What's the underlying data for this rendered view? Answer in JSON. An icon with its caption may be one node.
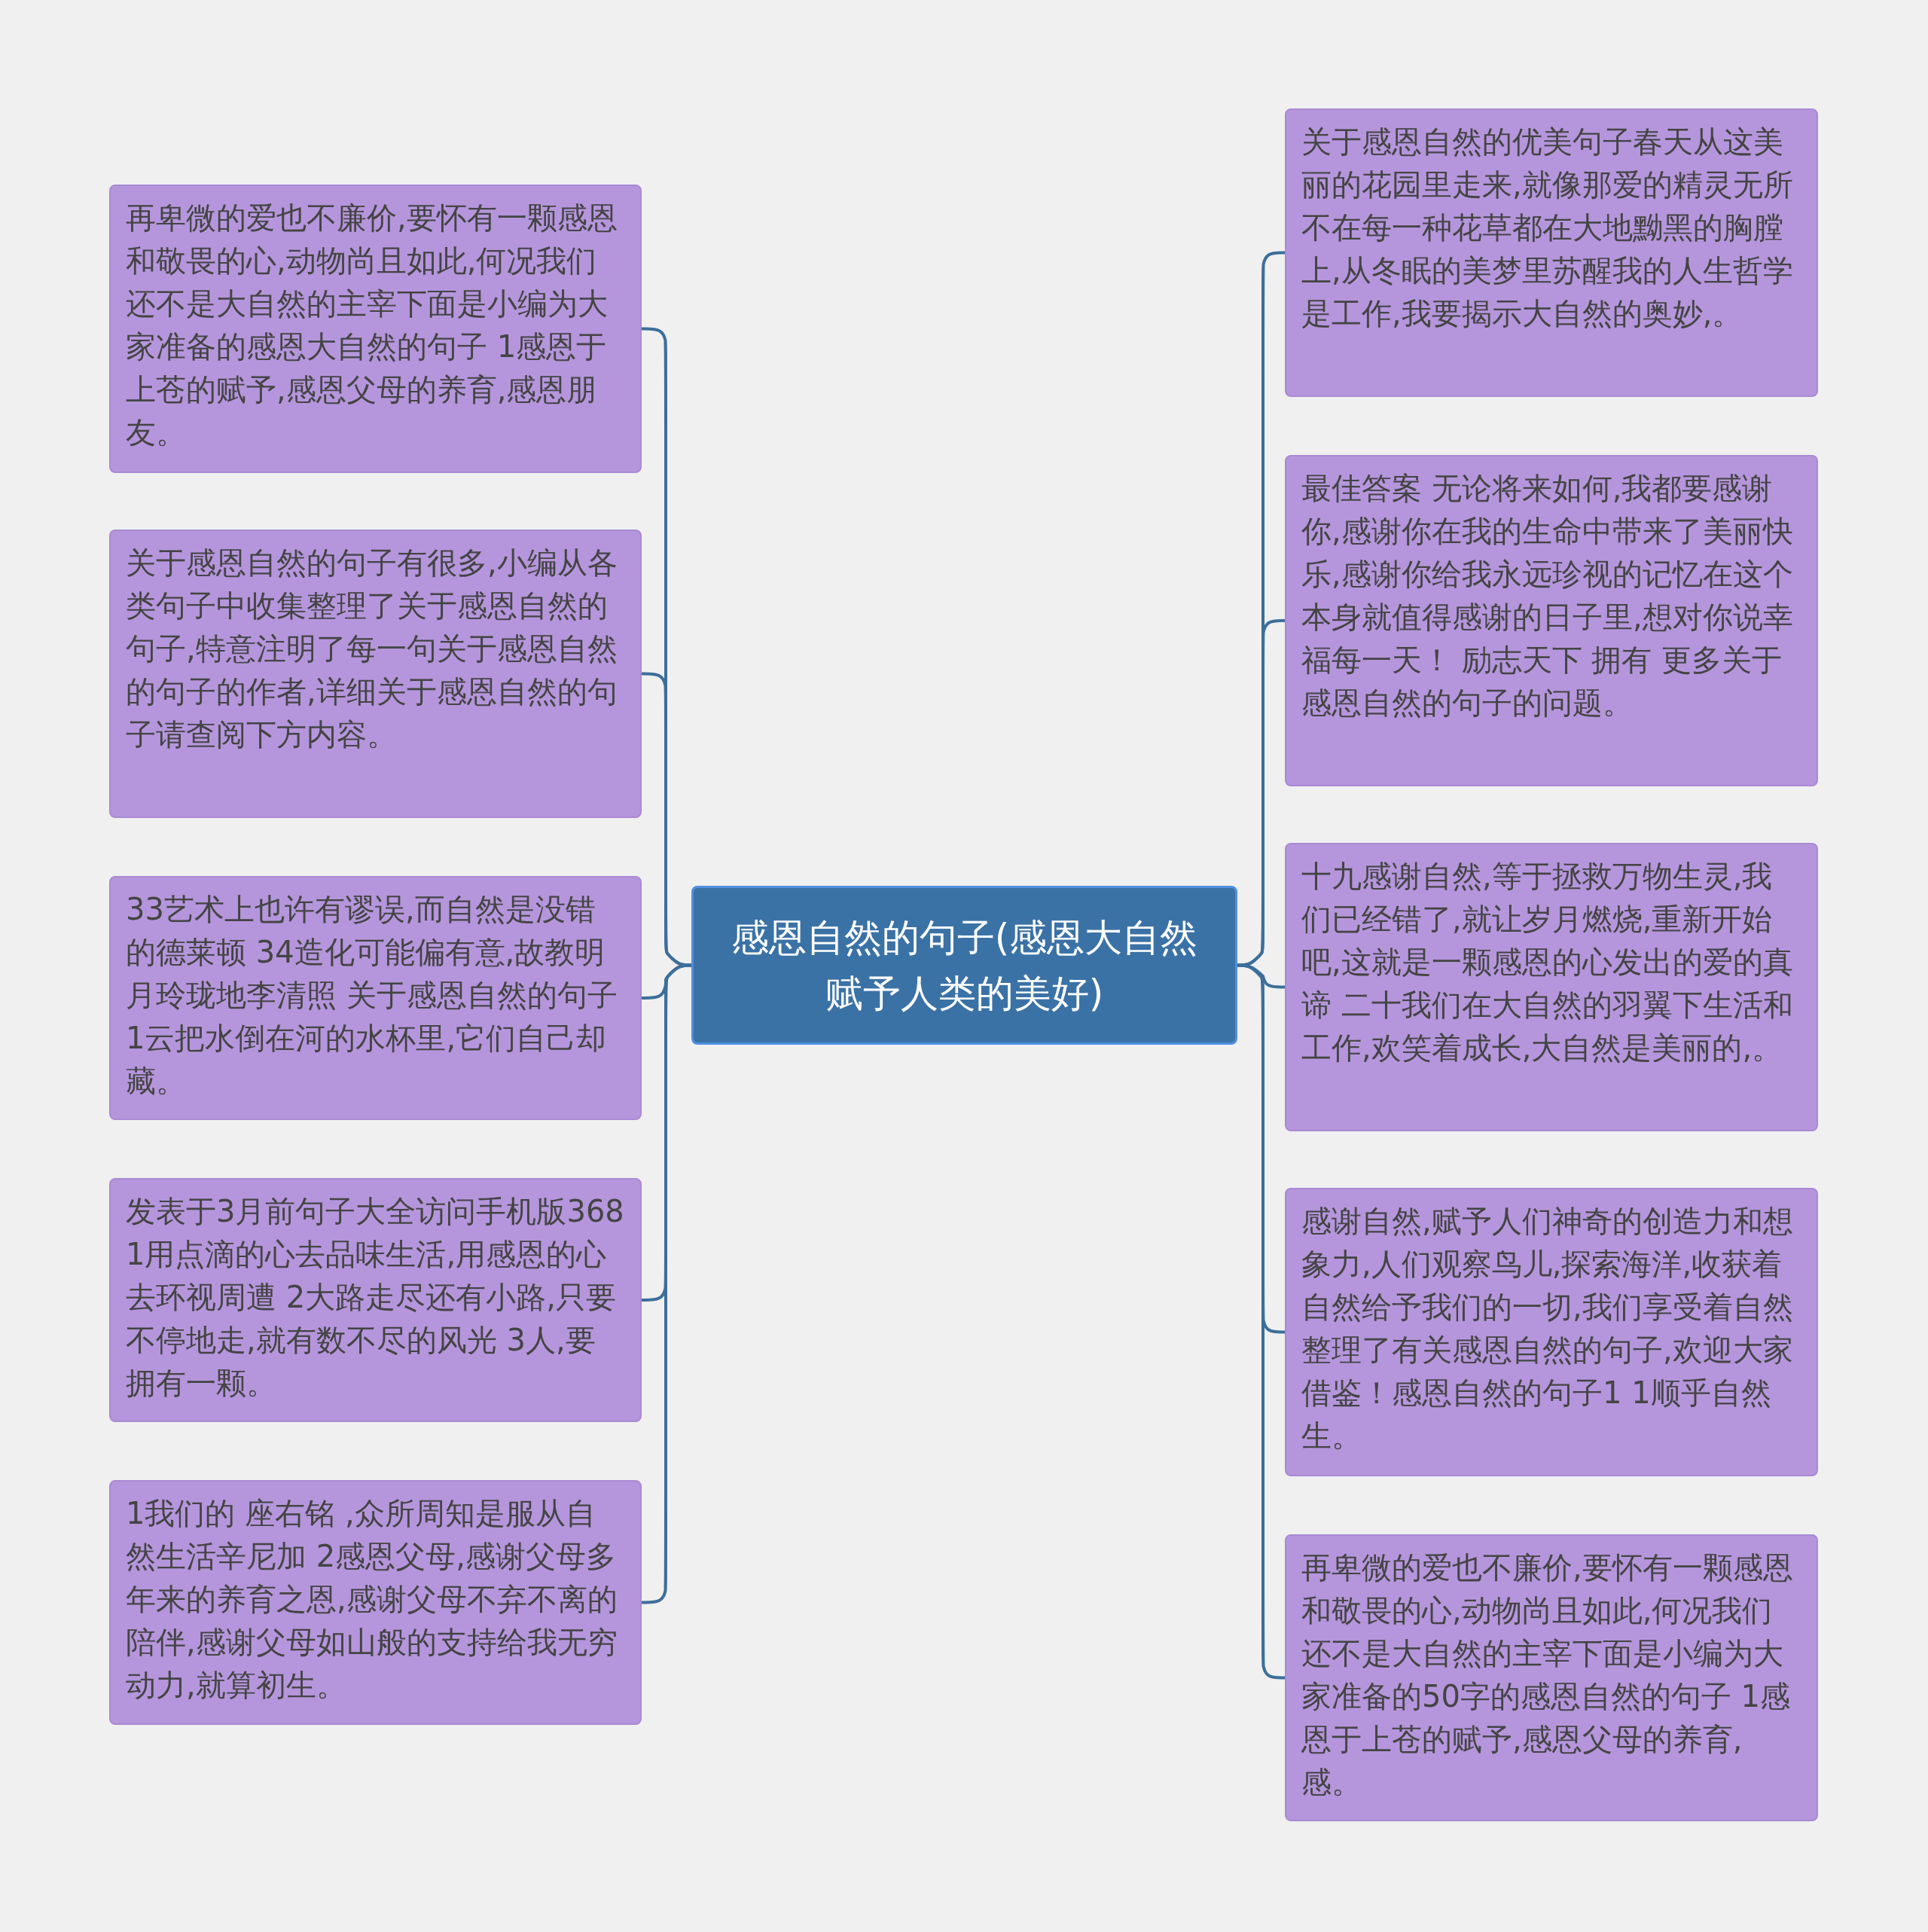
{
  "diagram": {
    "nodes": [
      {
        "text": [
          "感恩自然的句子(感恩大自然赋予人类的美好)"
        ]
      },
      {
        "text": [
          "再卑微的爱也不廉价,要怀有一颗感恩和敬畏的心,动物尚且如此,何况我们还不是大自然的主宰下面是小编为大家准备的感恩大自然的句子 1感恩于上苍的赋予,感恩父母的养育,感恩朋友。"
        ]
      },
      {
        "text": [
          "关于感恩自然的句子有很多,小编从各类句子中收集整理了关于感恩自然的句子,特意注明了每一句关于感恩自然的句子的作者,详细关于感恩自然的句子请查阅下方内容。"
        ]
      },
      {
        "text": [
          "33艺术上也许有谬误,而自然是没错的德莱顿 34造化可能偏有意,故教明月玲珑地李清照 关于感恩自然的句子 1云把水倒在河的水杯里,它们自己却藏。"
        ]
      },
      {
        "text": [
          "发表于3月前句子大全访问手机版368 1用点滴的心去品味生活,用感恩的心去环视周遭 2大路走尽还有小路,只要不停地走,就有数不尽的风光 3人,要拥有一颗。"
        ]
      },
      {
        "text": [
          "1我们的 座右铭 ,众所周知是服从自然生活辛尼加 2感恩父母,感谢父母多年来的养育之恩,感谢父母不弃不离的陪伴,感谢父母如山般的支持给我无穷动力,就算初生。"
        ]
      },
      {
        "text": [
          "关于感恩自然的优美句子春天从这美丽的花园里走来,就像那爱的精灵无所不在每一种花草都在大地黝黑的胸膛上,从冬眠的美梦里苏醒我的人生哲学是工作,我要揭示大自然的奥妙,。"
        ]
      },
      {
        "text": [
          "最佳答案 无论将来如何,我都要感谢你,感谢你在我的生命中带来了美丽快乐,感谢你给我永远珍视的记忆在这个本身就值得感谢的日子里,想对你说幸福每一天！ 励志天下 拥有 更多关于感恩自然的句子的问题。"
        ]
      },
      {
        "text": [
          "十九感谢自然,等于拯救万物生灵,我们已经错了,就让岁月燃烧,重新开始吧,这就是一颗感恩的心发出的爱的真谛 二十我们在大自然的羽翼下生活和工作,欢笑着成长,大自然是美丽的,。"
        ]
      },
      {
        "text": [
          "感谢自然,赋予人们神奇的创造力和想象力,人们观察鸟儿,探索海洋,收获着自然给予我们的一切,我们享受着自然整理了有关感恩自然的句子,欢迎大家借鉴！感恩自然的句子1 1顺乎自然生。"
        ]
      },
      {
        "text": [
          "再卑微的爱也不廉价,要怀有一颗感恩和敬畏的心,动物尚且如此,何况我们还不是大自然的主宰下面是小编为大家准备的50字的感恩自然的句子 1感恩于上苍的赋予,感恩父母的养育,感。"
        ]
      }
    ],
    "edges": [
      {
        "from": 0,
        "to": 1,
        "arrow": "none"
      },
      {
        "from": 0,
        "to": 2,
        "arrow": "none"
      },
      {
        "from": 0,
        "to": 3,
        "arrow": "none"
      },
      {
        "from": 0,
        "to": 4,
        "arrow": "none"
      },
      {
        "from": 0,
        "to": 5,
        "arrow": "none"
      },
      {
        "from": 0,
        "to": 6,
        "arrow": "none"
      },
      {
        "from": 0,
        "to": 7,
        "arrow": "none"
      },
      {
        "from": 0,
        "to": 8,
        "arrow": "none"
      },
      {
        "from": 0,
        "to": 9,
        "arrow": "none"
      },
      {
        "from": 0,
        "to": 10,
        "arrow": "none"
      }
    ]
  }
}
